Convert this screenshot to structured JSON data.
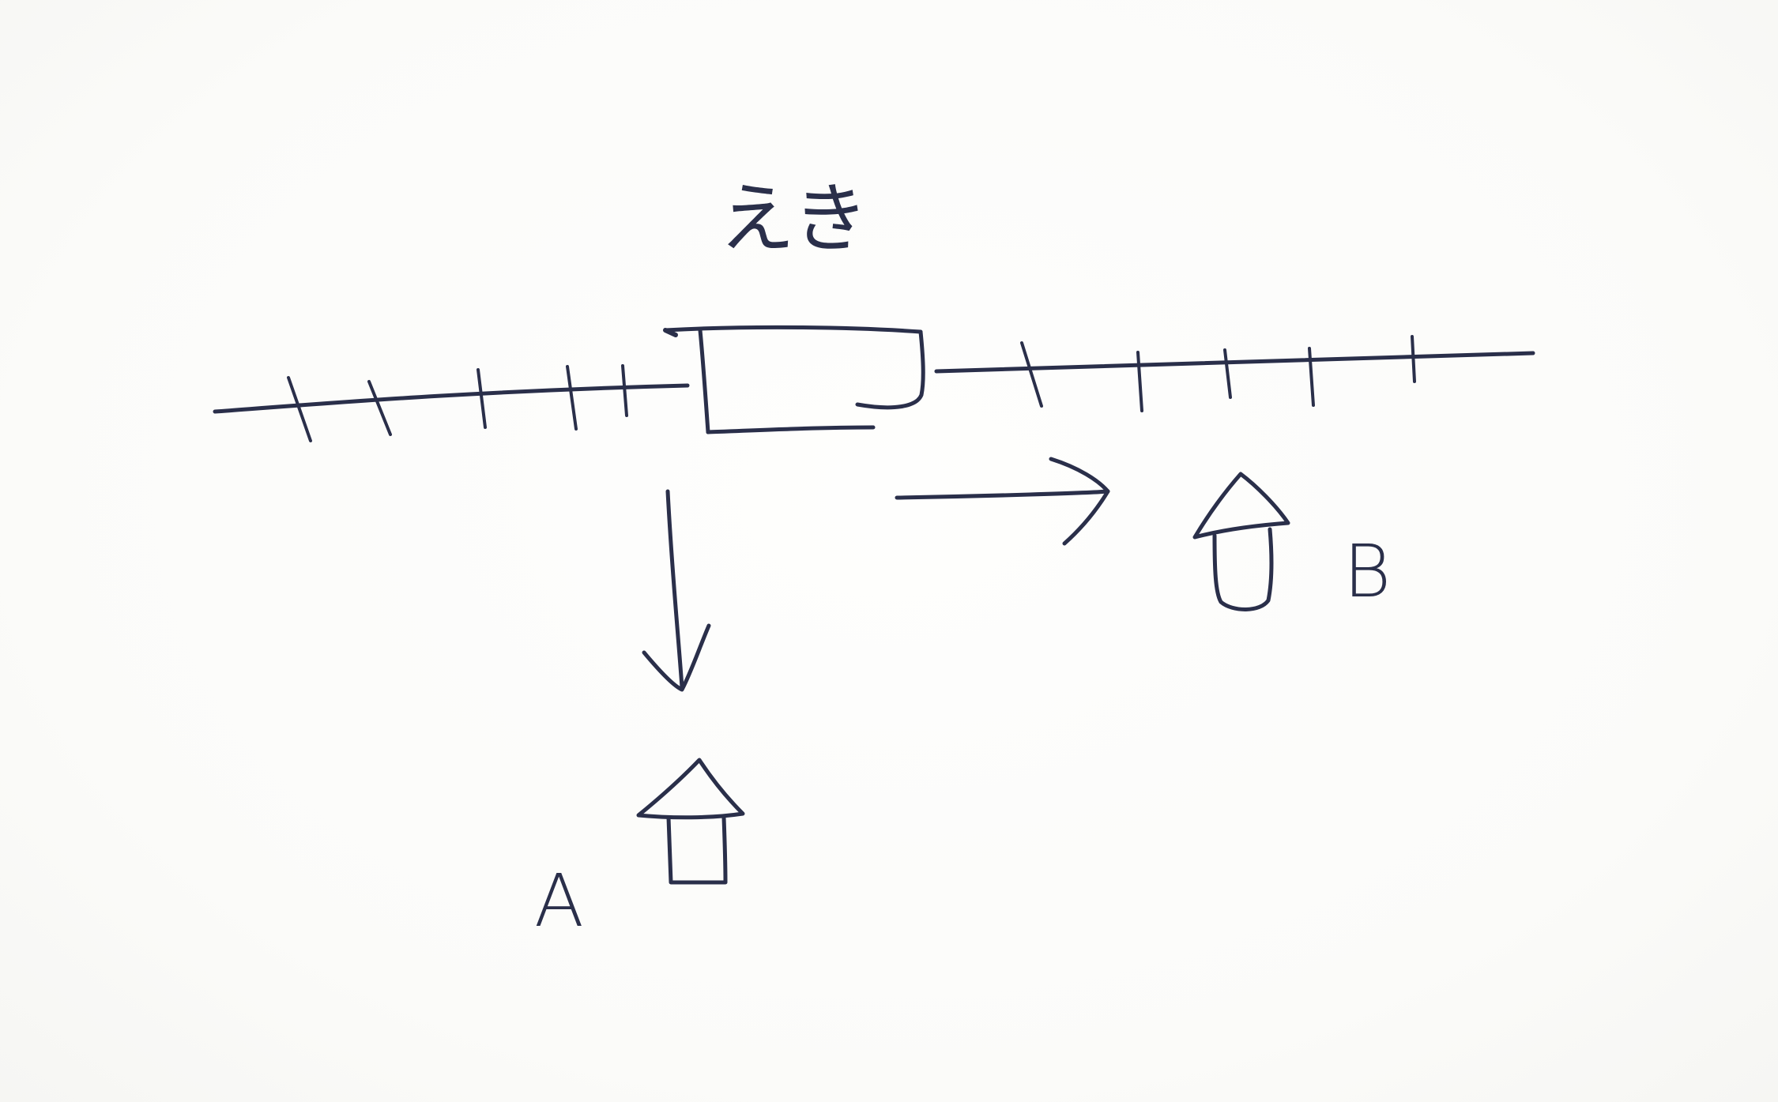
{
  "diagram": {
    "station_label": "えき",
    "house_a_label": "A",
    "house_b_label": "B",
    "ink_color": "#2a2f4a",
    "paper_color": "#fdfdfb",
    "track_ticks_left": 5,
    "track_ticks_right": 5
  }
}
